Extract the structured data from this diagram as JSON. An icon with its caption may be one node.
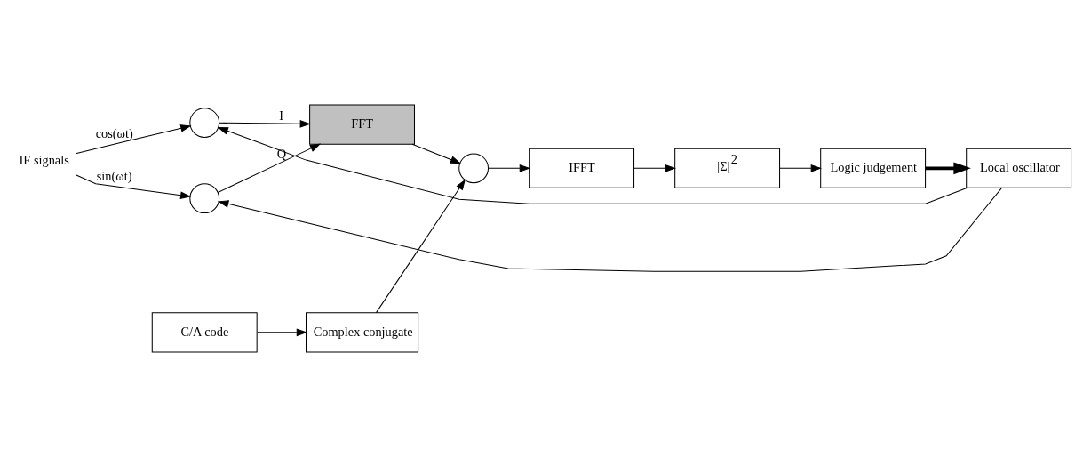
{
  "diagram": {
    "nodes": [
      {
        "text": [
          "IF signals"
        ]
      },
      {
        "text": [],
        "shape": "circle"
      },
      {
        "text": [],
        "shape": "circle"
      },
      {
        "text": [
          "FFT"
        ]
      },
      {
        "text": [
          "C/A code"
        ]
      },
      {
        "text": [
          "Complex conjugate"
        ]
      },
      {
        "text": [],
        "shape": "circle"
      },
      {
        "text": [
          "IFFT"
        ]
      },
      {
        "text": [
          "|Σ|$^{2}$"
        ]
      },
      {
        "text": [
          "Logic judgement"
        ]
      },
      {
        "text": [
          "Local oscillator"
        ]
      }
    ],
    "edges": [
      {
        "from": 0,
        "to": 1,
        "arrow": "to",
        "label": "cos(ωt)"
      },
      {
        "from": 0,
        "to": 2,
        "arrow": "to",
        "label": "sin(ωt)"
      },
      {
        "from": 1,
        "to": 3,
        "arrow": "to",
        "label": "I"
      },
      {
        "from": 2,
        "to": 3,
        "arrow": "to",
        "label": "Q"
      },
      {
        "from": 3,
        "to": 6,
        "arrow": "to"
      },
      {
        "from": 4,
        "to": 5,
        "arrow": "to"
      },
      {
        "from": 5,
        "to": 6,
        "arrow": "to"
      },
      {
        "from": 6,
        "to": 7,
        "arrow": "to"
      },
      {
        "from": 7,
        "to": 8,
        "arrow": "to"
      },
      {
        "from": 8,
        "to": 9,
        "arrow": "to"
      },
      {
        "from": 9,
        "to": 10,
        "arrow": "to",
        "style": "thick"
      },
      {
        "from": 10,
        "to": 2,
        "arrow": "to"
      },
      {
        "from": 10,
        "to": 1,
        "arrow": "to"
      }
    ]
  }
}
